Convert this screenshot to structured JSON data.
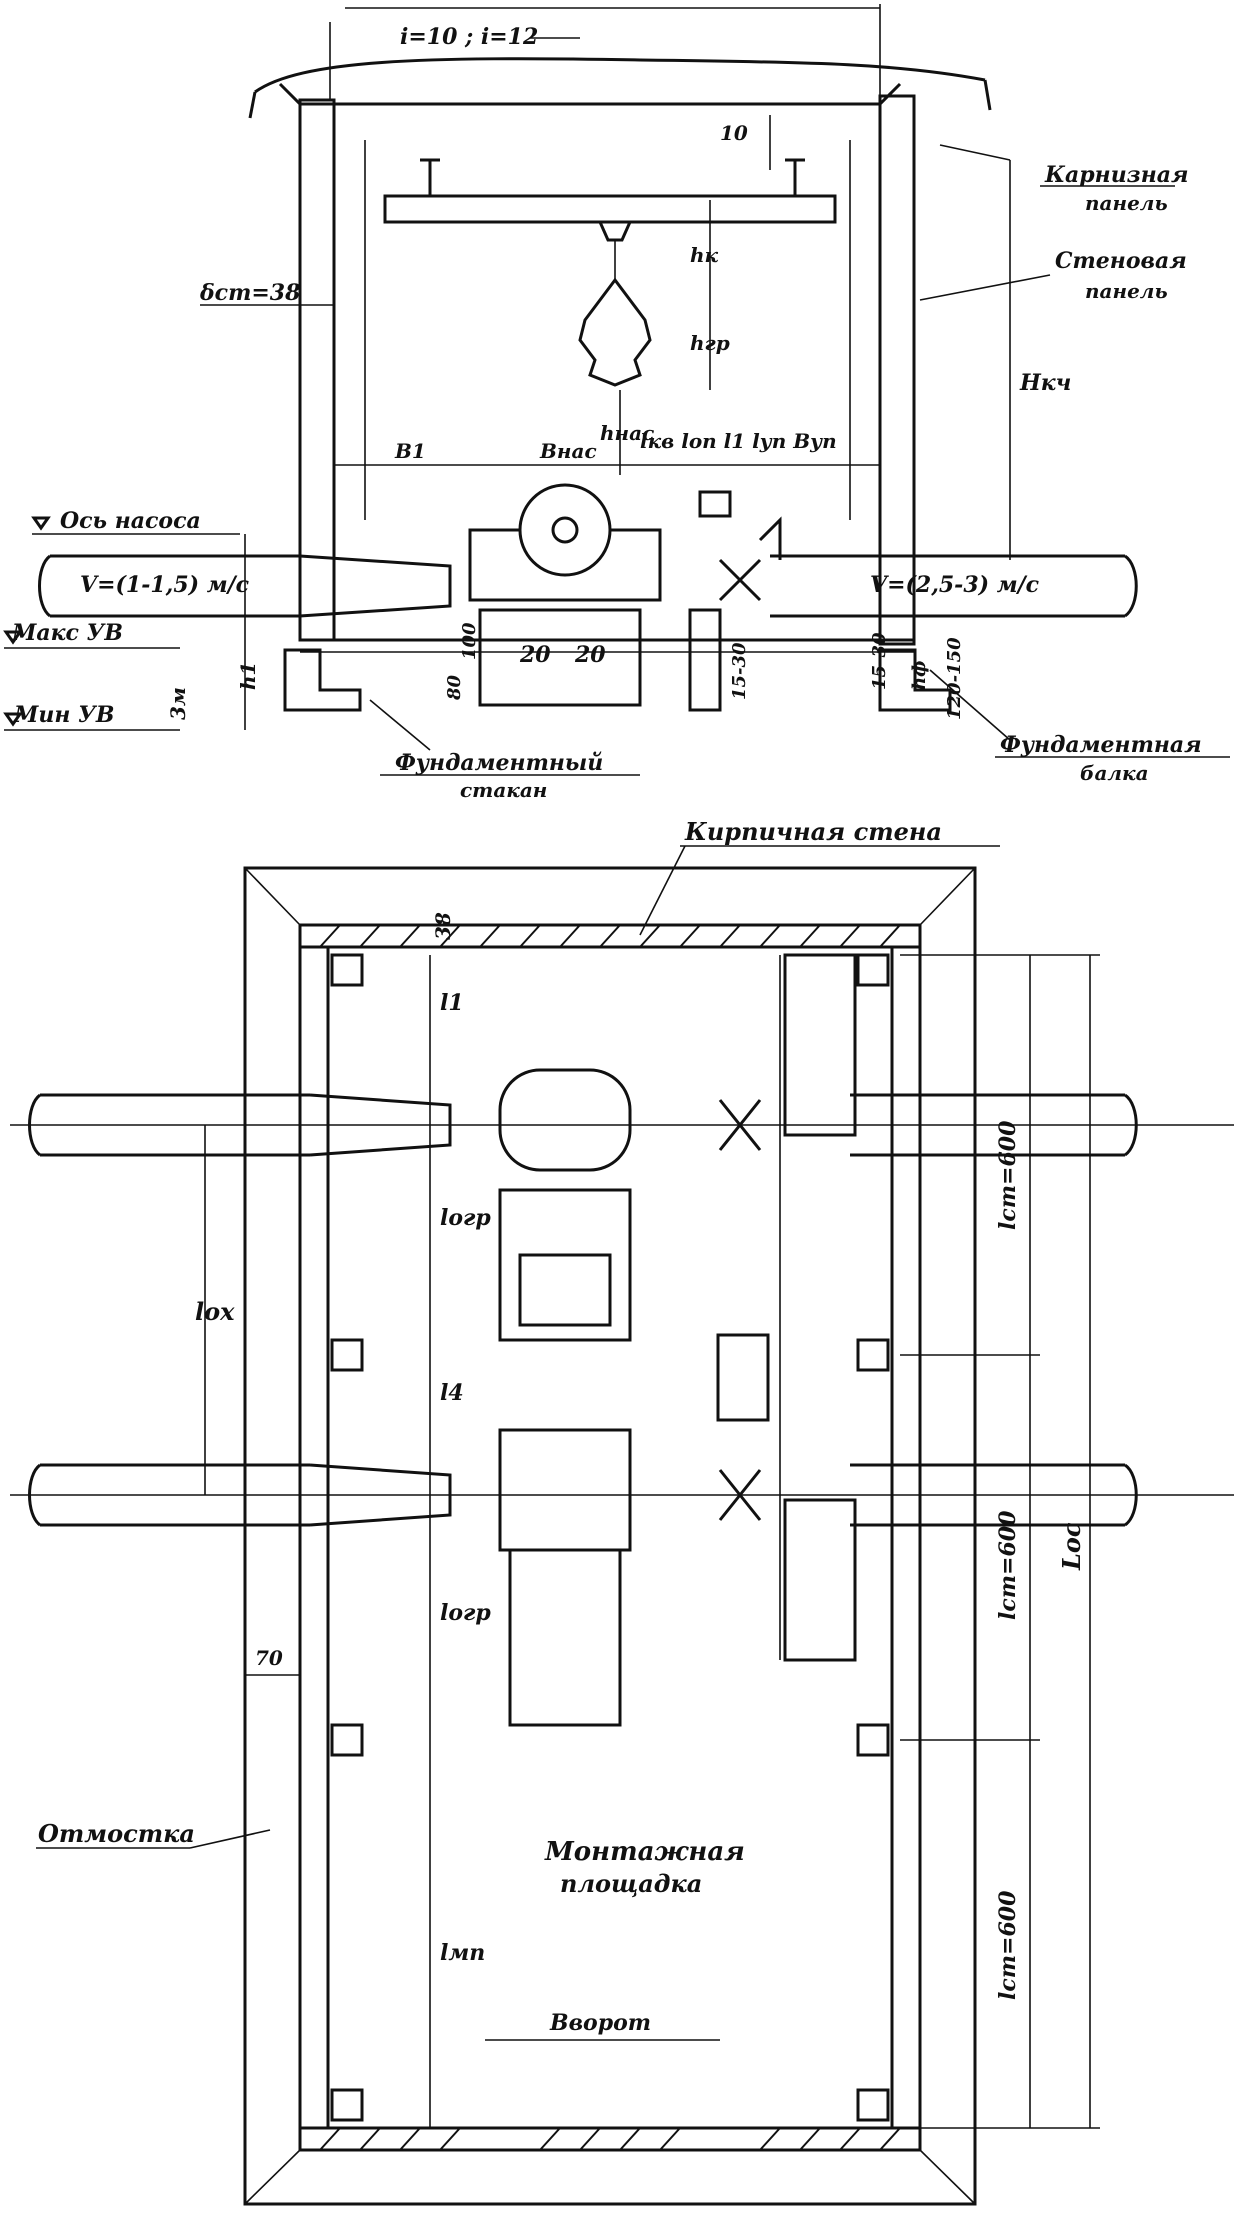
{
  "section": {
    "slope": "i=10 ; i=12",
    "cornice_panel": [
      "Карнизная",
      "панель"
    ],
    "wall_panel": [
      "Стеновая",
      "панель"
    ],
    "pump_axis": "Ось насоса",
    "velocity_left": "V=(1-1,5) м/с",
    "velocity_right": "V=(2,5-3) м/с",
    "max_level": "Макс УВ",
    "min_level": "Мин УВ",
    "foundation_cup": [
      "Фундаментный",
      "стакан"
    ],
    "foundation_beam": [
      "Фундаментная",
      "балка"
    ],
    "dims": {
      "wall_thickness": "δст=38",
      "height": "Нкч",
      "b1": "B1",
      "b_pump": "Bнас",
      "widths": "lкв lоп l1 lуп Bуп",
      "beam_h": "10",
      "h_hook": "hк",
      "h_load": "hгр",
      "h_pump": "hнас",
      "h_axis": "h1",
      "h_found": "hф",
      "d20a": "20",
      "d20b": "20",
      "d80": "80",
      "d100": "100",
      "d3": "3м",
      "d15_30": "15-30",
      "d120_150": "120-150"
    }
  },
  "plan": {
    "brick_wall": "Кирпичная стена",
    "blind_area": "Отмостка",
    "assembly_area": [
      "Монтажная",
      "площадка"
    ],
    "dims": {
      "d38": "38",
      "d70": "70",
      "l1": "l1",
      "l_ogr1": "lогр",
      "l4": "l4",
      "l_ogr2": "lогр",
      "l_ox": "lох",
      "l_mp": "lмп",
      "b_vorot": "Bворот",
      "l_st1": "lст=600",
      "l_st2": "lст=600",
      "l_st3": "lст=600",
      "L_os": "Lос"
    }
  }
}
